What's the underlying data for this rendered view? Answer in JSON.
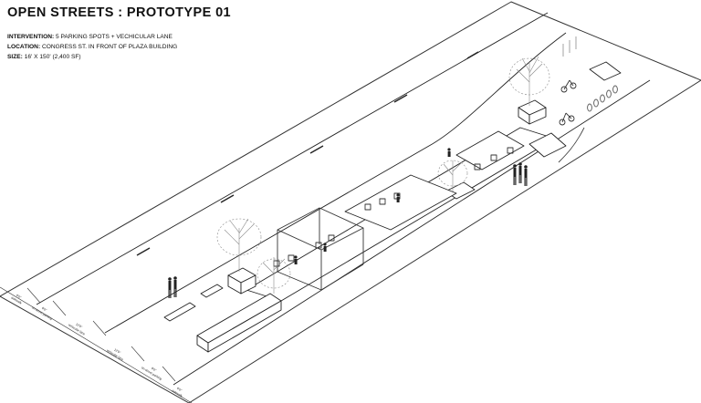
{
  "title": "OPEN STREETS : PROTOTYPE 01",
  "details": [
    {
      "label": "INTERVENTION:",
      "value": "5 PARKING SPOTS + VECHICULAR LANE"
    },
    {
      "label": "LOCATION:",
      "value": "CONGRESS ST. IN FRONT OF PLAZA BUILDING"
    },
    {
      "label": "SIZE:",
      "value": "16' X 150' (2,400 SF)"
    }
  ],
  "dimensions": [
    {
      "value": "6'0\"",
      "label": "sidewalk"
    },
    {
      "value": "8'0\"",
      "label": "on-street parking"
    },
    {
      "value": "12'0\"",
      "label": "vehicular lane"
    },
    {
      "value": "12'0\"",
      "label": "vehicular lane"
    },
    {
      "value": "8'0\"",
      "label": "on-street parking"
    },
    {
      "value": "6'0\"",
      "label": "sidewalk"
    }
  ],
  "colors": {
    "line": "#222222",
    "light": "#9a9a9a",
    "fill": "#ffffff",
    "tree": "#8a8a8a"
  }
}
